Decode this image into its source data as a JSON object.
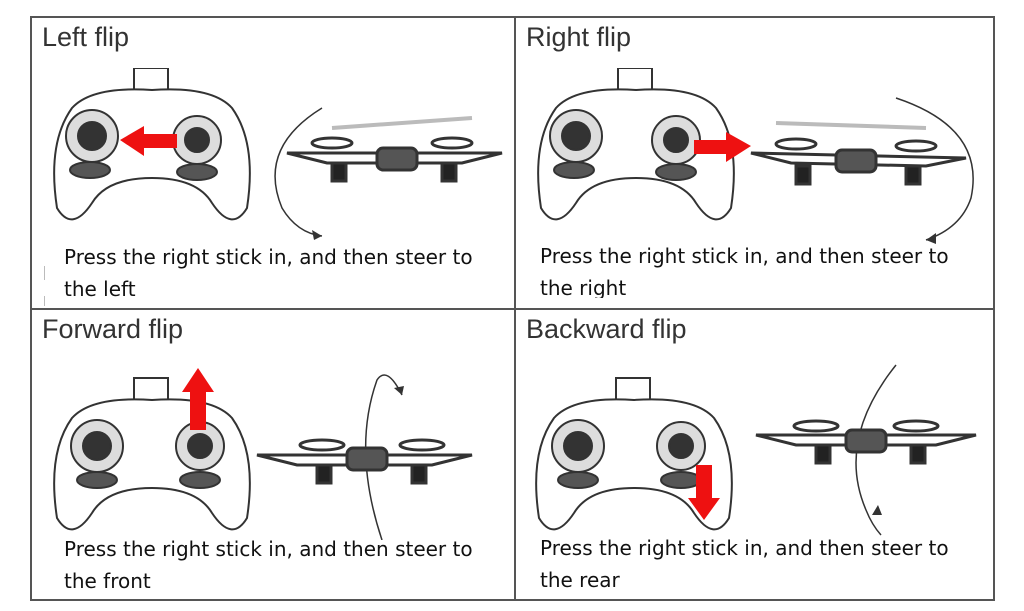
{
  "panels": [
    {
      "title": "Left flip",
      "caption": "Press the right stick in, and then steer to the left",
      "arrow": "left"
    },
    {
      "title": "Right flip",
      "caption": "Press the right stick in, and then steer to the right",
      "arrow": "right"
    },
    {
      "title": "Forward flip",
      "caption": "Press the right stick in, and then steer to the front",
      "arrow": "up"
    },
    {
      "title": "Backward flip",
      "caption": "Press the right stick in, and then steer to the rear",
      "arrow": "down"
    }
  ],
  "colors": {
    "arrow": "#ee1111",
    "outline": "#333333"
  }
}
